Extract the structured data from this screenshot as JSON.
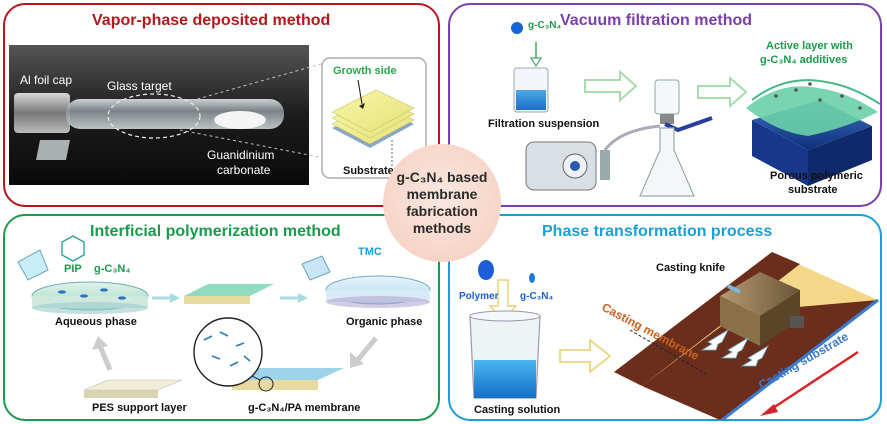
{
  "panels": {
    "vapor": {
      "title": "Vapor-phase deposited method",
      "color": "#b8161c",
      "labels": {
        "al_foil": "Al foil cap",
        "glass_target": "Glass target",
        "guanidinium": "Guanidinium",
        "carbonate": "carbonate",
        "growth_side": "Growth side",
        "substrate": "Substrate"
      }
    },
    "vacuum": {
      "title": "Vacuum filtration method",
      "color": "#7b3fa8",
      "labels": {
        "gcn": "g-C₃N₄",
        "filtration": "Filtration suspension",
        "active1": "Active layer with",
        "active2": "g-C₃N₄ additives",
        "porous1": "Porous polymeric",
        "porous2": "substrate"
      }
    },
    "interfacial": {
      "title": "Interficial polymerization method",
      "color": "#1a9a4a",
      "labels": {
        "pip": "PIP",
        "gcn": "g-C₃N₄",
        "tmc": "TMC",
        "aqueous": "Aqueous phase",
        "organic": "Organic phase",
        "pes": "PES support layer",
        "membrane": "g-C₃N₄/PA membrane"
      }
    },
    "phase": {
      "title": "Phase transformation process",
      "color": "#1aa0d6",
      "labels": {
        "polymer": "Polymer",
        "gcn": "g-C₃N₄",
        "casting_knife": "Casting knife",
        "casting_membrane": "Casting membrane",
        "casting_substrate": "Casting substrate",
        "casting_solution": "Casting solution"
      }
    }
  },
  "center": {
    "line1": "g-C₃N₄ based",
    "line2": "membrane",
    "line3": "fabrication",
    "line4": "methods"
  }
}
